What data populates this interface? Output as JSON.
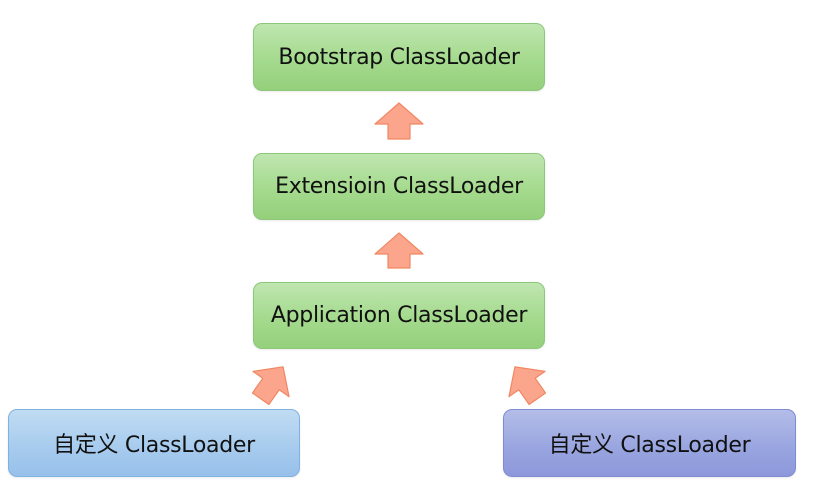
{
  "diagram": {
    "nodes": [
      {
        "id": "bootstrap",
        "label": "Bootstrap ClassLoader",
        "color": "#a4da8d"
      },
      {
        "id": "extension",
        "label": "Extensioin ClassLoader",
        "color": "#a4da8d"
      },
      {
        "id": "application",
        "label": "Application ClassLoader",
        "color": "#a4da8d"
      },
      {
        "id": "custom_1",
        "label": "自定义 ClassLoader",
        "color": "#a8ccee"
      },
      {
        "id": "custom_2",
        "label": "自定义 ClassLoader",
        "color": "#9aa6e0"
      }
    ],
    "edges": [
      {
        "from": "extension",
        "to": "bootstrap"
      },
      {
        "from": "application",
        "to": "extension"
      },
      {
        "from": "custom_1",
        "to": "application"
      },
      {
        "from": "custom_2",
        "to": "application"
      }
    ],
    "arrow_color": "#fba58c"
  }
}
